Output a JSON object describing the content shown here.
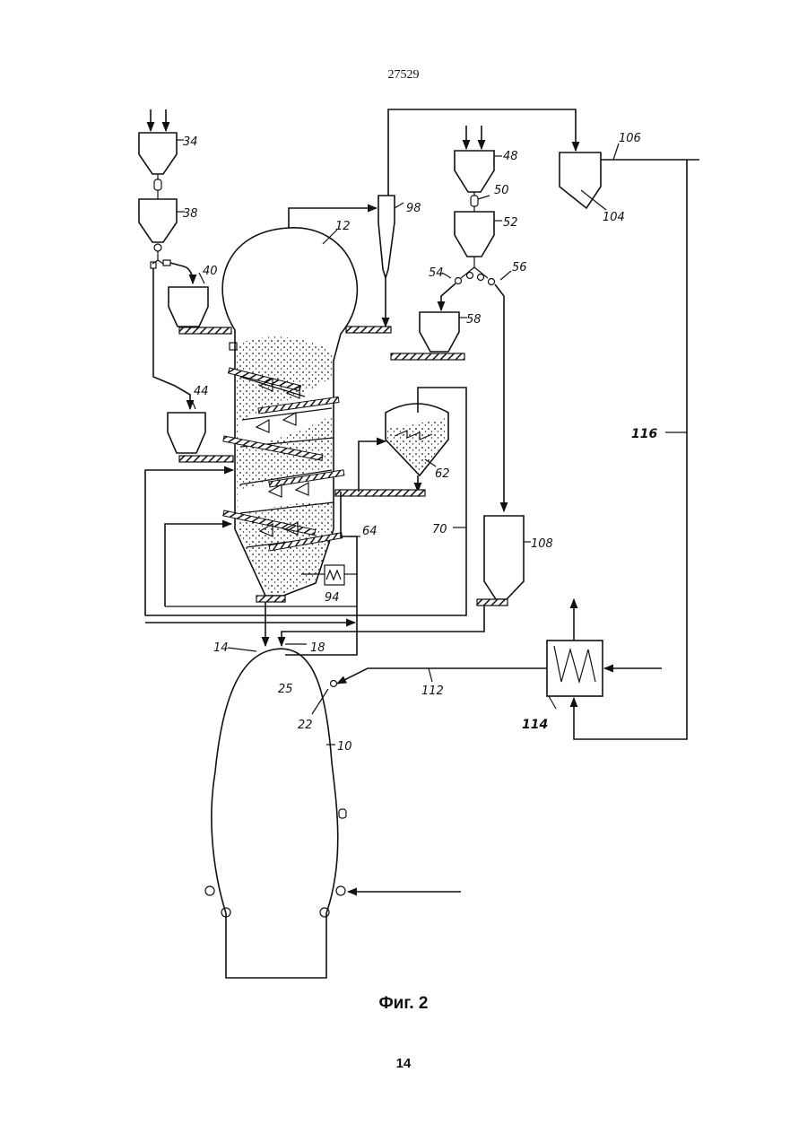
{
  "header": {
    "doc_number": "27529"
  },
  "figure": {
    "caption": "Фиг. 2"
  },
  "footer": {
    "page_number": "14"
  },
  "labels": {
    "l34": "34",
    "l38": "38",
    "l40": "40",
    "l44": "44",
    "l12": "12",
    "l98": "98",
    "l48": "48",
    "l50": "50",
    "l52": "52",
    "l54": "54",
    "l56": "56",
    "l58": "58",
    "l106": "106",
    "l104": "104",
    "l116": "116",
    "l62": "62",
    "l64": "64",
    "l70": "70",
    "l108": "108",
    "l94": "94",
    "l14": "14",
    "l18": "18",
    "l25": "25",
    "l22": "22",
    "l112": "112",
    "l10": "10",
    "l114": "114"
  }
}
